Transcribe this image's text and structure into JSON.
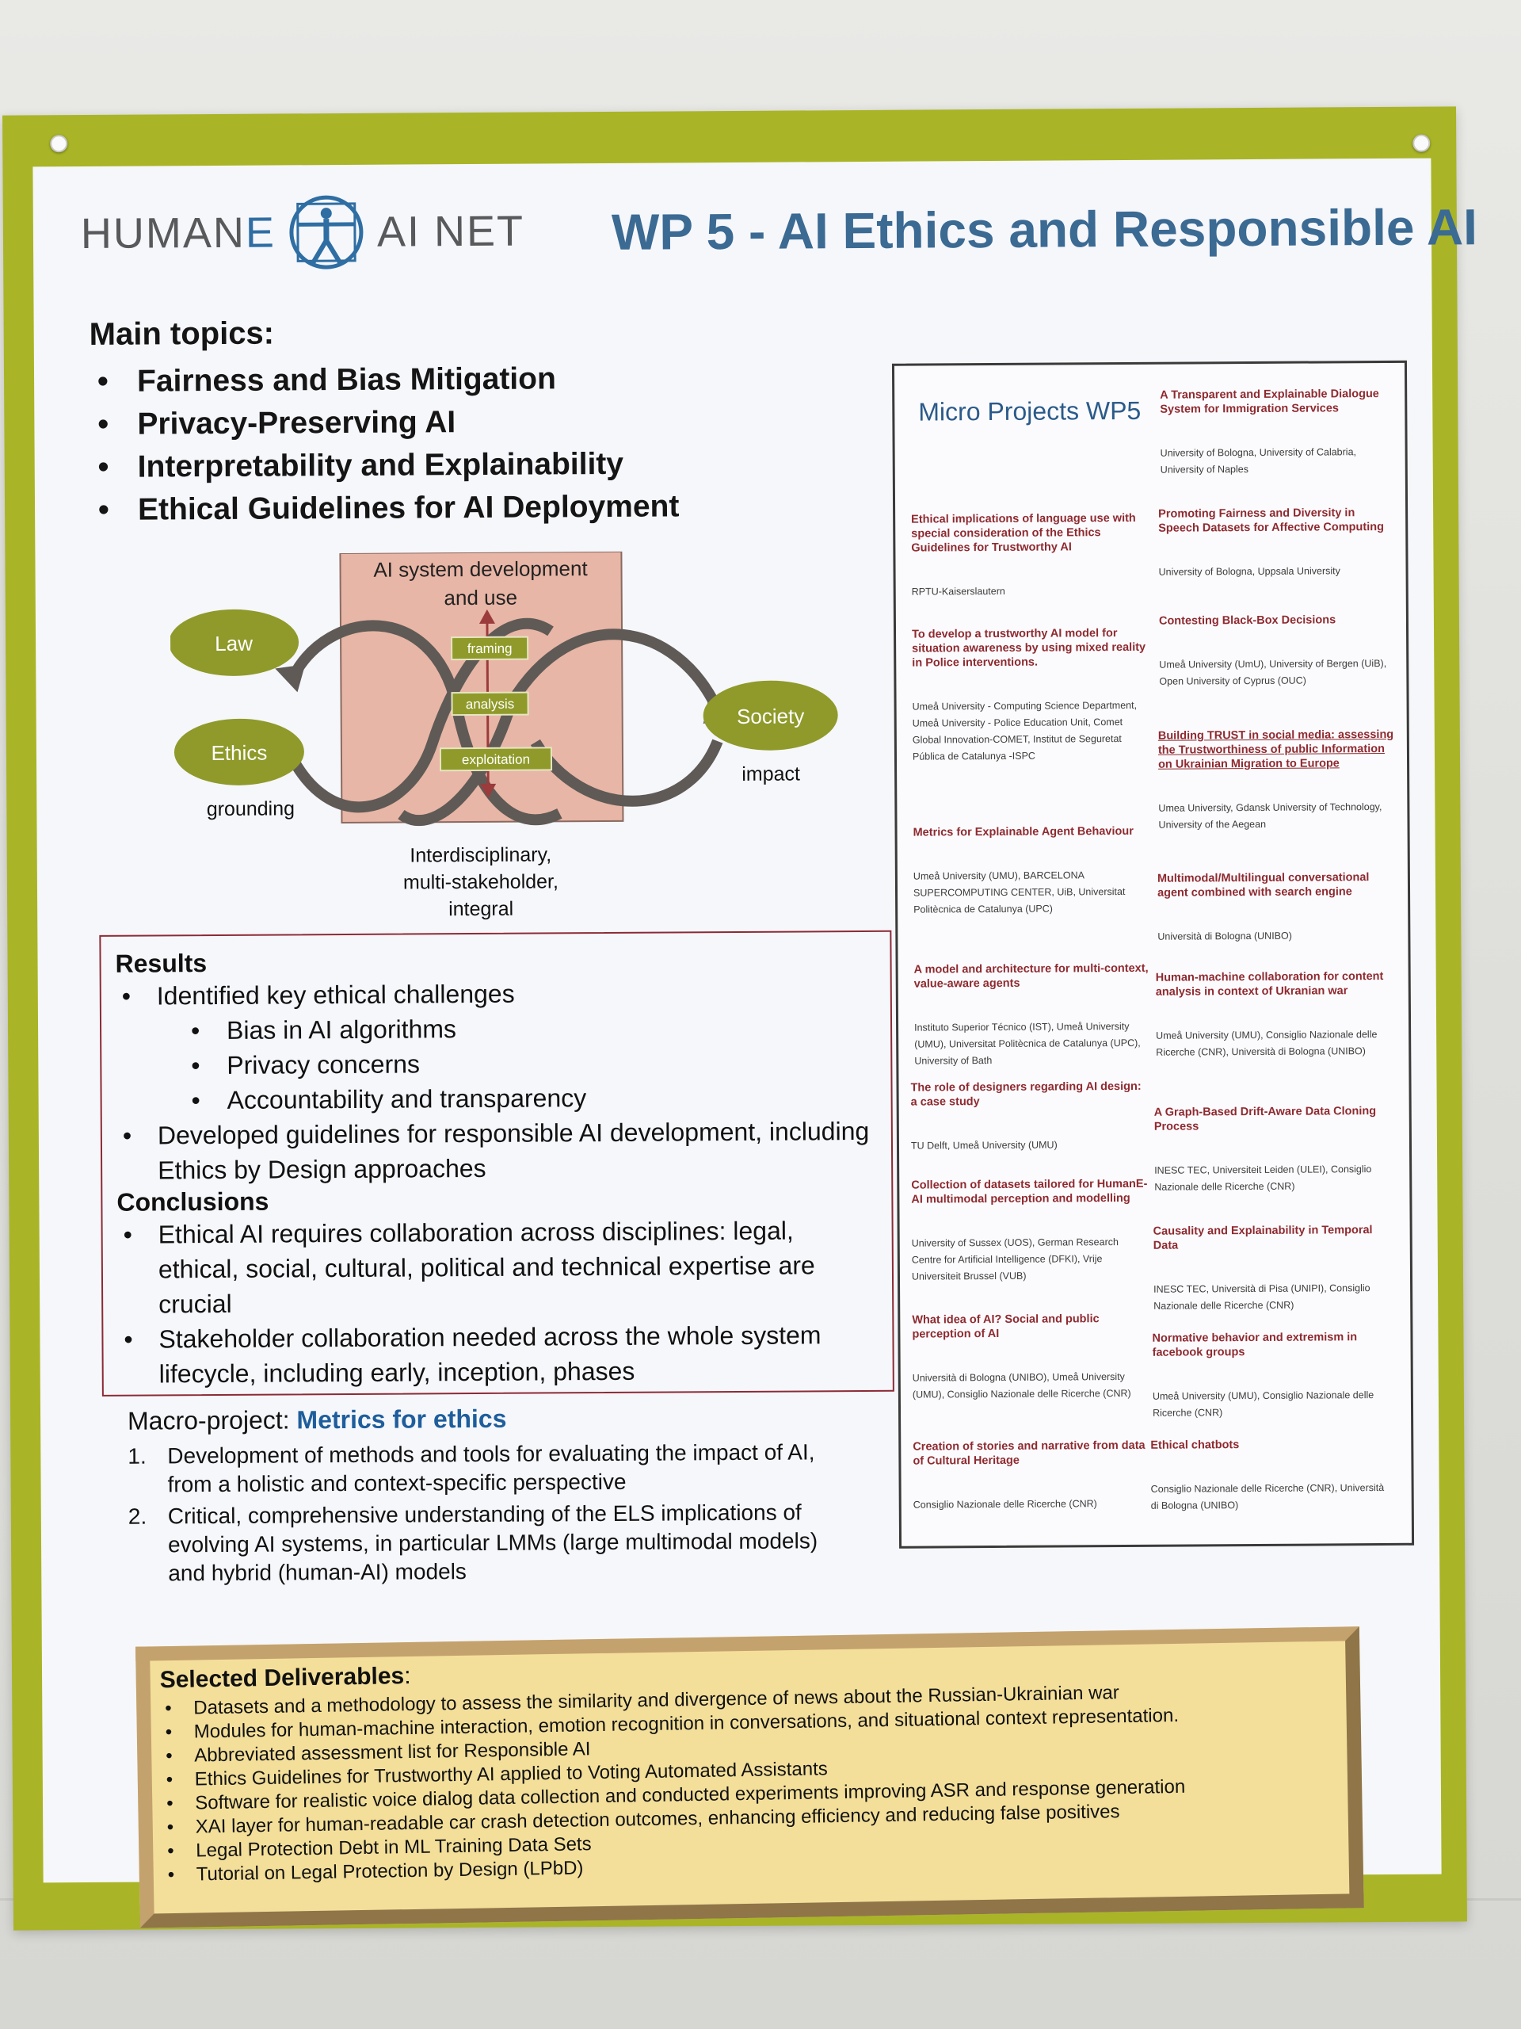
{
  "logo": {
    "left": "HUMAN",
    "e": "E",
    "right": "AI NET",
    "icon": "vitruvian-man-icon"
  },
  "title": "WP 5 - AI Ethics and Responsible AI",
  "topics": {
    "heading": "Main topics:",
    "items": [
      "Fairness and Bias Mitigation",
      "Privacy-Preserving AI",
      "Interpretability and Explainability",
      "Ethical Guidelines for AI Deployment"
    ]
  },
  "diagram": {
    "box_title_line1": "AI system development",
    "box_title_line2": "and use",
    "law": "Law",
    "ethics": "Ethics",
    "society": "Society",
    "grounding": "grounding",
    "impact": "impact",
    "stages": [
      "framing",
      "analysis",
      "exploitation"
    ],
    "caption": [
      "Interdisciplinary,",
      "multi-stakeholder,",
      "integral"
    ]
  },
  "results": {
    "heading": "Results",
    "items": [
      {
        "text": "Identified key ethical challenges",
        "level": 0
      },
      {
        "text": "Bias in AI algorithms",
        "level": 1
      },
      {
        "text": "Privacy concerns",
        "level": 1
      },
      {
        "text": "Accountability and transparency",
        "level": 1
      },
      {
        "text": "Developed guidelines for responsible AI development, including Ethics by Design approaches",
        "level": 0
      }
    ]
  },
  "conclusions": {
    "heading": "Conclusions",
    "items": [
      "Ethical AI requires collaboration across disciplines: legal, ethical, social, cultural, political and technical expertise are crucial",
      "Stakeholder collaboration needed across the whole system lifecycle, including early, inception, phases"
    ]
  },
  "macro": {
    "label": "Macro-project: ",
    "name": "Metrics for ethics",
    "items": [
      {
        "num": "1.",
        "text": "Development of methods and tools for evaluating the impact of AI, from a holistic and context-specific perspective"
      },
      {
        "num": "2.",
        "text": "Critical, comprehensive understanding of the ELS implications of evolving AI systems, in particular LMMs (large multimodal models) and hybrid (human-AI) models"
      }
    ]
  },
  "micro": {
    "title": "Micro Projects WP5",
    "left": [
      {
        "title": "Ethical implications of language use with special consideration of the Ethics Guidelines for Trustworthy AI",
        "orgs": "RPTU-Kaiserslautern"
      },
      {
        "title": "To develop a trustworthy AI model for situation awareness by using mixed reality in Police interventions.",
        "orgs": "Umeå University - Computing Science Department, Umeå University - Police Education Unit, Comet Global Innovation-COMET, Institut de Seguretat Pública de Catalunya -ISPC"
      },
      {
        "title": "Metrics for Explainable Agent Behaviour",
        "orgs": "Umeå University (UMU), BARCELONA SUPERCOMPUTING CENTER, UiB, Universitat Politècnica de Catalunya (UPC)"
      },
      {
        "title": "A model and architecture for multi-context, value-aware agents",
        "orgs": "Instituto Superior Técnico (IST), Umeå University (UMU), Universitat Politècnica de Catalunya (UPC), University of Bath"
      },
      {
        "title": "The role of designers regarding AI design: a case study",
        "orgs": "TU Delft, Umeå University (UMU)"
      },
      {
        "title": "Collection of datasets tailored for HumanE-AI multimodal perception and modelling",
        "orgs": "University of Sussex (UOS), German Research Centre for Artificial Intelligence (DFKI), Vrije Universiteit Brussel (VUB)"
      },
      {
        "title": "What idea of AI? Social and public perception of AI",
        "orgs": "Università di Bologna (UNIBO), Umeå University (UMU), Consiglio Nazionale delle Ricerche (CNR)"
      },
      {
        "title": "Creation of stories and narrative from data of Cultural Heritage",
        "orgs": "Consiglio Nazionale delle Ricerche (CNR)"
      }
    ],
    "right": [
      {
        "title": "A Transparent and Explainable Dialogue System for Immigration Services",
        "orgs": "University of Bologna, University of Calabria, University of Naples"
      },
      {
        "title": "Promoting Fairness and Diversity in Speech Datasets for Affective Computing",
        "orgs": "University of Bologna, Uppsala University"
      },
      {
        "title": "Contesting Black-Box Decisions",
        "orgs": "Umeå University (UmU), University of Bergen (UiB), Open University of Cyprus (OUC)"
      },
      {
        "title": "Building TRUST in social media: assessing the Trustworthiness of public Information on Ukrainian Migration to Europe",
        "orgs": "Umea University, Gdansk University of Technology, University of the Aegean"
      },
      {
        "title": "Multimodal/Multilingual conversational agent combined with search engine",
        "orgs": "Università di Bologna (UNIBO)"
      },
      {
        "title": "Human-machine collaboration for content analysis in context of Ukranian war",
        "orgs": "Umeå University (UMU), Consiglio Nazionale delle Ricerche (CNR), Università di Bologna (UNIBO)"
      },
      {
        "title": "A Graph-Based Drift-Aware Data Cloning Process",
        "orgs": "INESC TEC, Universiteit Leiden (ULEI), Consiglio Nazionale delle Ricerche (CNR)"
      },
      {
        "title": "Causality and Explainability in Temporal Data",
        "orgs": "INESC TEC, Università di Pisa (UNIPI), Consiglio Nazionale delle Ricerche (CNR)"
      },
      {
        "title": "Normative behavior and extremism in facebook groups",
        "orgs": "Umeå University (UMU), Consiglio Nazionale delle Ricerche (CNR)"
      },
      {
        "title": "Ethical chatbots",
        "orgs": "Consiglio Nazionale delle Ricerche (CNR), Università di Bologna (UNIBO)"
      }
    ]
  },
  "deliverables": {
    "heading": "Selected Deliverables",
    "colon": ":",
    "items": [
      "Datasets and a methodology to assess the similarity and divergence of news about the Russian-Ukrainian war",
      "Modules for human-machine interaction, emotion recognition in conversations, and situational context representation.",
      "Abbreviated assessment list for Responsible AI",
      "Ethics Guidelines for Trustworthy AI applied to Voting Automated Assistants",
      "Software for realistic voice dialog data collection and conducted experiments improving ASR and response generation",
      "XAI layer for human-readable car crash detection outcomes, enhancing efficiency and reducing false positives",
      "Legal Protection Debt in ML Training Data Sets",
      "Tutorial on Legal Protection by Design (LPbD)"
    ]
  },
  "colors": {
    "board": "#a9b526",
    "title": "#3b6a93",
    "micro_title": "#8e2a30",
    "deliverables_bg": "#f3df9a",
    "diagram_box": "#e8b6a6",
    "oval": "#8f9a2a"
  }
}
